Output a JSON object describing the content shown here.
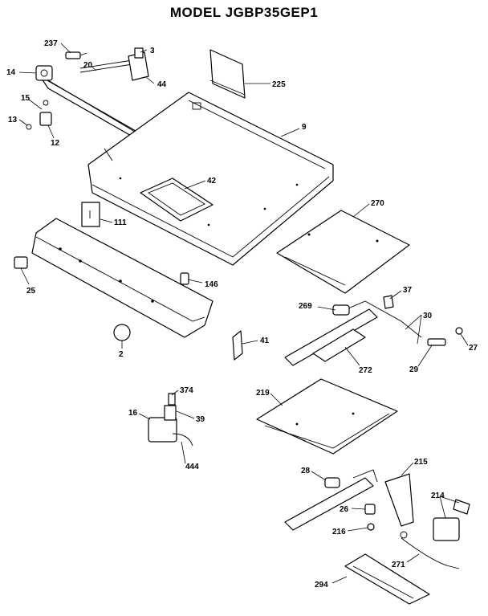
{
  "title": "MODEL JGBP35GEP1",
  "parts": {
    "p237": "237",
    "p3": "3",
    "p14": "14",
    "p20": "20",
    "p44": "44",
    "p225": "225",
    "p15": "15",
    "p13": "13",
    "p12": "12",
    "p9": "9",
    "p42": "42",
    "p111": "111",
    "p270": "270",
    "p25": "25",
    "p146": "146",
    "p37": "37",
    "p269": "269",
    "p30": "30",
    "p41": "41",
    "p2": "2",
    "p27": "27",
    "p29": "29",
    "p272": "272",
    "p374": "374",
    "p219": "219",
    "p16": "16",
    "p39": "39",
    "p444": "444",
    "p28": "28",
    "p215": "215",
    "p214": "214",
    "p26": "26",
    "p216": "216",
    "p271": "271",
    "p294": "294"
  }
}
